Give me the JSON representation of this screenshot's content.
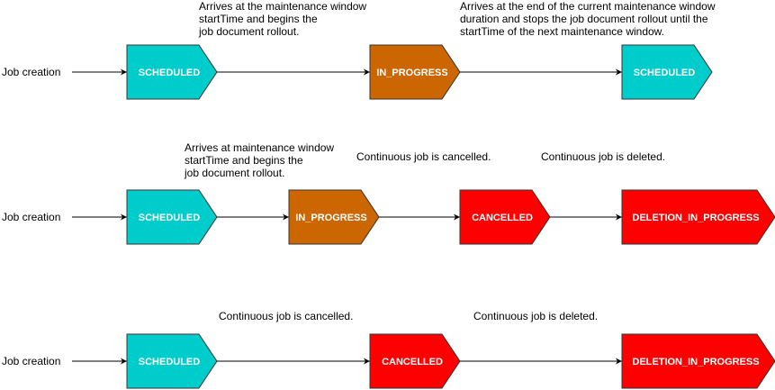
{
  "colors": {
    "scheduled": "#00CCCC",
    "in_progress": "#CC6600",
    "cancelled": "#FF0000",
    "deletion_in_progress": "#FF0000"
  },
  "rows": [
    {
      "start_label": "Job creation",
      "states": [
        {
          "label": "SCHEDULED",
          "color_key": "scheduled"
        },
        {
          "label": "IN_PROGRESS",
          "color_key": "in_progress"
        },
        {
          "label": "SCHEDULED",
          "color_key": "scheduled"
        }
      ],
      "annotations": [
        [
          "Arrives at the maintenance window",
          "startTime and begins the",
          "job document rollout."
        ],
        [
          "Arrives at the end of the current maintenance window",
          "duration and stops the job document rollout until the",
          "startTime of the next maintenance window."
        ]
      ]
    },
    {
      "start_label": "Job creation",
      "states": [
        {
          "label": "SCHEDULED",
          "color_key": "scheduled"
        },
        {
          "label": "IN_PROGRESS",
          "color_key": "in_progress"
        },
        {
          "label": "CANCELLED",
          "color_key": "cancelled"
        },
        {
          "label": "DELETION_IN_PROGRESS",
          "color_key": "deletion_in_progress"
        }
      ],
      "annotations": [
        [
          "Arrives at maintenance window",
          "startTime and begins the",
          "job document rollout."
        ],
        [
          "Continuous job is cancelled."
        ],
        [
          "Continuous job is deleted."
        ]
      ]
    },
    {
      "start_label": "Job creation",
      "states": [
        {
          "label": "SCHEDULED",
          "color_key": "scheduled"
        },
        {
          "label": "CANCELLED",
          "color_key": "cancelled"
        },
        {
          "label": "DELETION_IN_PROGRESS",
          "color_key": "deletion_in_progress"
        }
      ],
      "annotations": [
        [
          "Continuous job is cancelled."
        ],
        [
          "Continuous job is deleted."
        ]
      ]
    }
  ]
}
